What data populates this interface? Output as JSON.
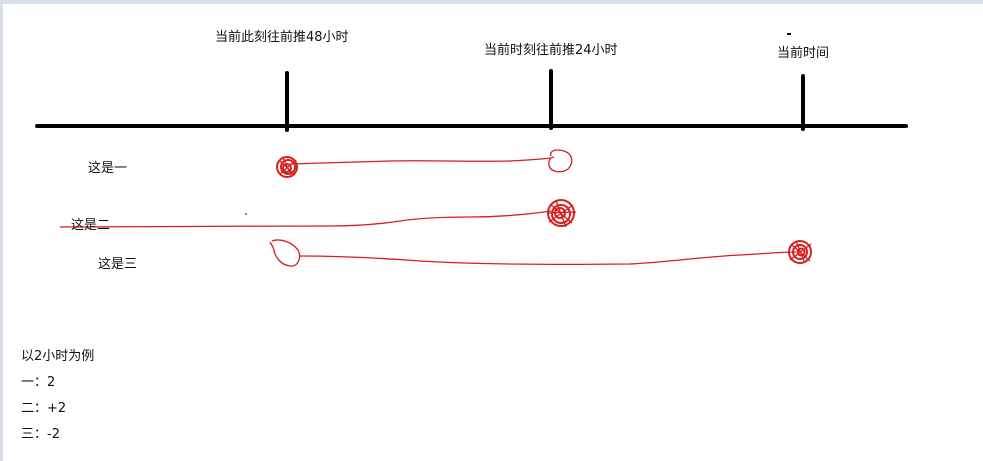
{
  "timeline": {
    "labels": [
      "当前此刻往前推48小时",
      "当前时刻往前推24小时",
      "当前时间"
    ]
  },
  "cases": [
    "这是一",
    "这是二",
    "这是三"
  ],
  "notes": {
    "title": "以2小时为例",
    "lines": [
      "一：2",
      "二：+2",
      "三：-2"
    ]
  },
  "colors": {
    "axis": "#000000",
    "stroke": "#d61f1f",
    "frame": "#d7dfea"
  }
}
